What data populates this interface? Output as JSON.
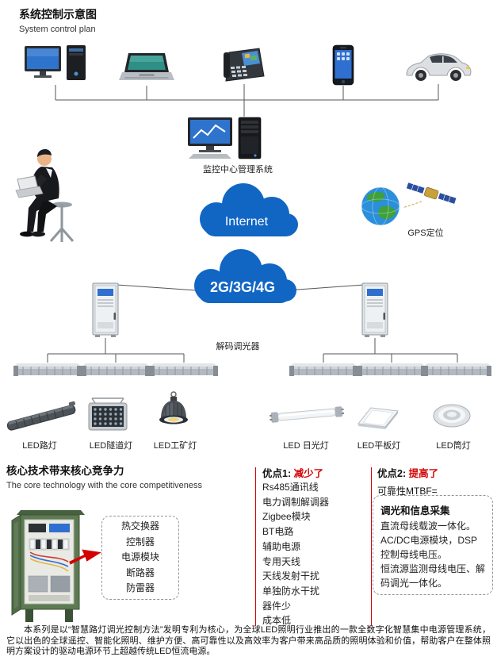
{
  "header": {
    "title_cn": "系统控制示意图",
    "title_en": "System control plan"
  },
  "diagram": {
    "monitor_center_label": "监控中心管理系统",
    "internet_label": "Internet",
    "cellular_label": "2G/3G/4G",
    "gps_label": "GPS定位",
    "decoder_label": "解码调光器",
    "led_labels": [
      "LED路灯",
      "LED隧道灯",
      "LED工矿灯",
      "LED 日光灯",
      "LED平板灯",
      "LED筒灯"
    ]
  },
  "core_section": {
    "title_cn": "核心技术带来核心竞争力",
    "title_en": "The core technology with the core competitiveness",
    "cabinet_parts": [
      "热交换器",
      "控制器",
      "电源模块",
      "断路器",
      "防雷器"
    ],
    "advantage1": {
      "label": "优点1:",
      "highlight": "减少了",
      "items": [
        "Rs485通讯线",
        "电力调制解调器",
        "Zigbee模块",
        "BT电路",
        "辅助电源",
        "专用天线",
        "天线发射干扰",
        "单独防水干扰",
        "器件少",
        "成本低"
      ]
    },
    "advantage2": {
      "label": "优点2:",
      "highlight": "提高了",
      "subtitle": "可靠性MTBF=",
      "box_title": "调光和信息采集",
      "box_items": [
        "直流母线载波一体化。",
        "AC/DC电源模块，DSP控制母线电压。",
        "恒流源监测母线电压、解码调光一体化。"
      ]
    }
  },
  "footer": {
    "paragraph": "本系列是以“智慧路灯调光控制方法”发明专利为核心，为全球LED照明行业推出的一款全数字化智慧集中电源管理系统，它以出色的全球遥控、智能化照明、维护方便、高可靠性以及高效率为客户带来高品质的照明体验和价值，帮助客户在整体照明方案设计的驱动电源环节上超越传统LED恒流电源。"
  },
  "colors": {
    "accent_red": "#d40000",
    "cloud_blue": "#1166c4",
    "line_gray": "#555555",
    "cabinet_green": "#5d7a52"
  },
  "icons": {
    "devices": [
      "desktop-pc-icon",
      "laptop-icon",
      "ip-phone-icon",
      "smartphone-icon",
      "car-icon"
    ],
    "network": [
      "internet-cloud",
      "cellular-cloud",
      "gps-globe-icon",
      "satellite-icon"
    ],
    "equipment": [
      "monitor-icon",
      "server-icon",
      "operator-person-icon",
      "control-cabinet-icon",
      "dimmer-module-icon",
      "led-street-light-icon",
      "led-tunnel-light-icon",
      "led-highbay-light-icon",
      "led-tube-light-icon",
      "led-panel-light-icon",
      "led-downlight-icon",
      "power-cabinet-icon",
      "red-arrow-icon"
    ]
  }
}
